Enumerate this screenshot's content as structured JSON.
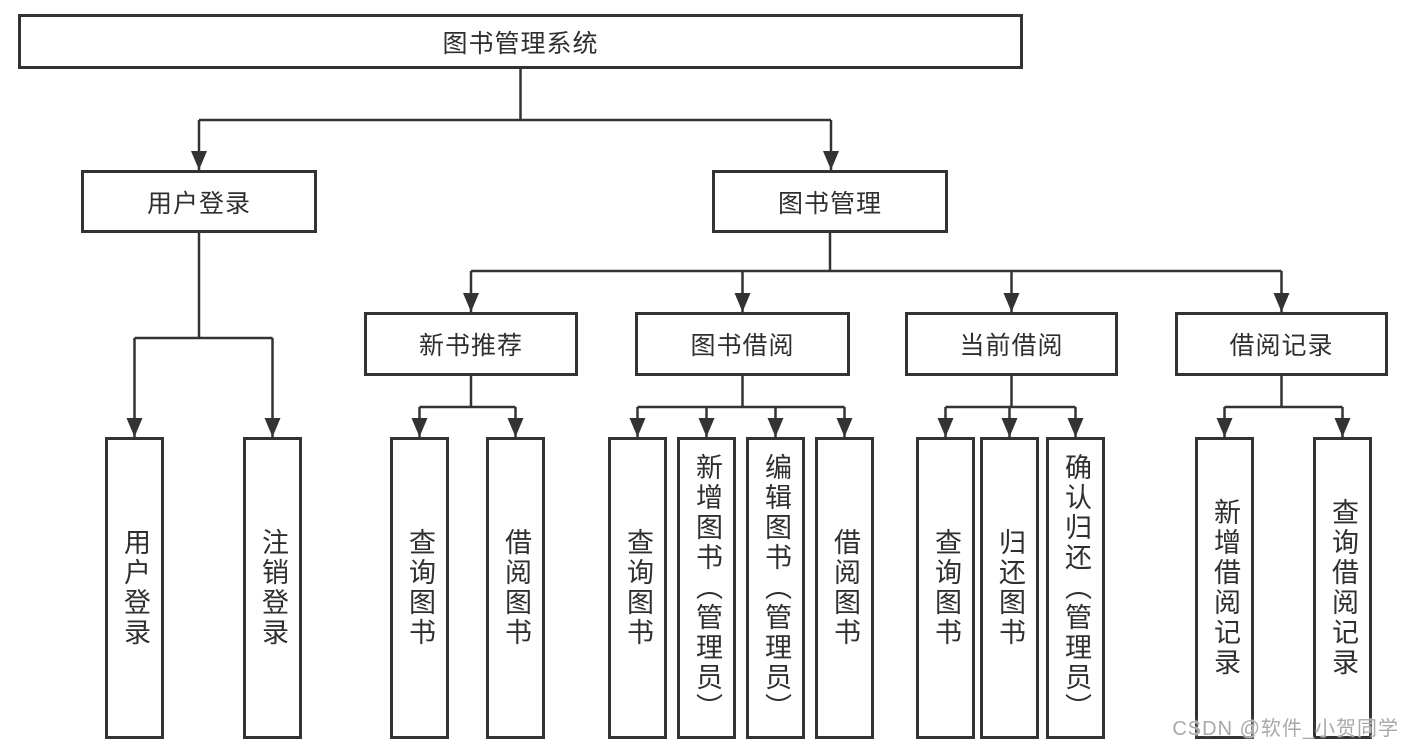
{
  "diagram": {
    "root": {
      "label": "图书管理系统"
    },
    "level2": {
      "user_login": "用户登录",
      "book_mgmt": "图书管理"
    },
    "level3": {
      "new_books": "新书推荐",
      "book_borrow": "图书借阅",
      "current_borrow": "当前借阅",
      "borrow_records": "借阅记录"
    },
    "leaves": {
      "user_login_children": [
        "用户登录",
        "注销登录"
      ],
      "new_books_children": [
        "查询图书",
        "借阅图书"
      ],
      "book_borrow_children": [
        "查询图书",
        "新增图书（管理员）",
        "编辑图书（管理员）",
        "借阅图书"
      ],
      "current_borrow_children": [
        "查询图书",
        "归还图书",
        "确认归还（管理员）"
      ],
      "borrow_records_children": [
        "新增借阅记录",
        "查询借阅记录"
      ]
    }
  },
  "watermark": "CSDN @软件_小贺同学",
  "colors": {
    "line": "#333333",
    "text": "#2f2f2f",
    "watermark": "#a9a9a9",
    "bg": "#ffffff"
  }
}
